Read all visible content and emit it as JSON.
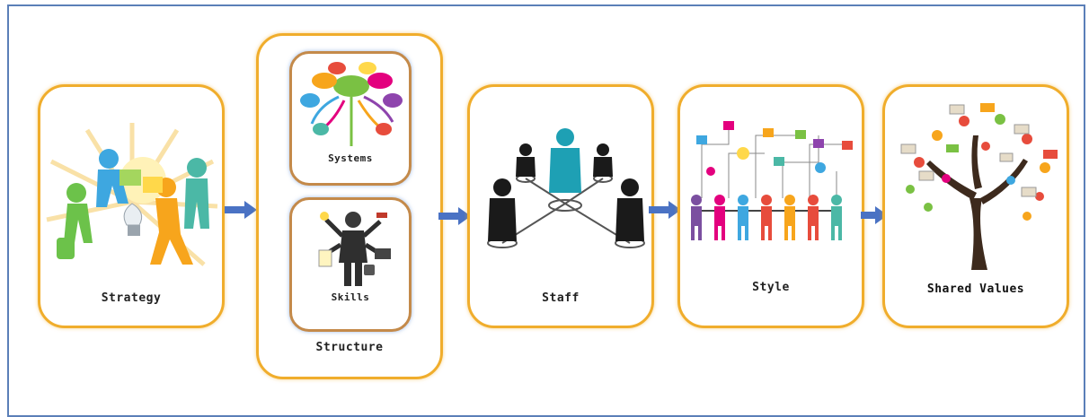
{
  "diagram": {
    "strategy": {
      "label": "Strategy"
    },
    "structure": {
      "label": "Structure",
      "systems": {
        "label": "Systems"
      },
      "skills": {
        "label": "Skills"
      }
    },
    "staff": {
      "label": "Staff"
    },
    "style": {
      "label": "Style"
    },
    "shared_values": {
      "label": "Shared Values"
    }
  },
  "colors": {
    "card_border": "#f0ad2c",
    "inner_card_border": "#c48a4a",
    "arrow": "#4a72c4",
    "frame_border": "#5b7fb8"
  }
}
